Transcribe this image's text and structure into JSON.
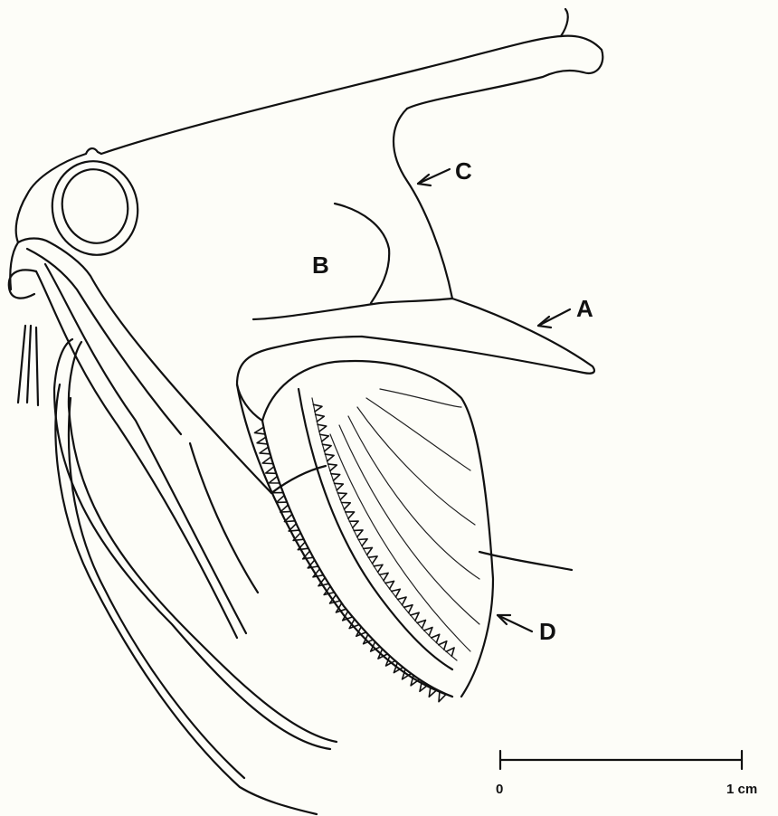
{
  "labels": {
    "A": "A",
    "B": "B",
    "C": "C",
    "D": "D"
  },
  "scale_bar": {
    "start_label": "0",
    "end_label": "1 cm"
  },
  "colors": {
    "ink": "#111111",
    "paper": "#fdfdf8"
  }
}
